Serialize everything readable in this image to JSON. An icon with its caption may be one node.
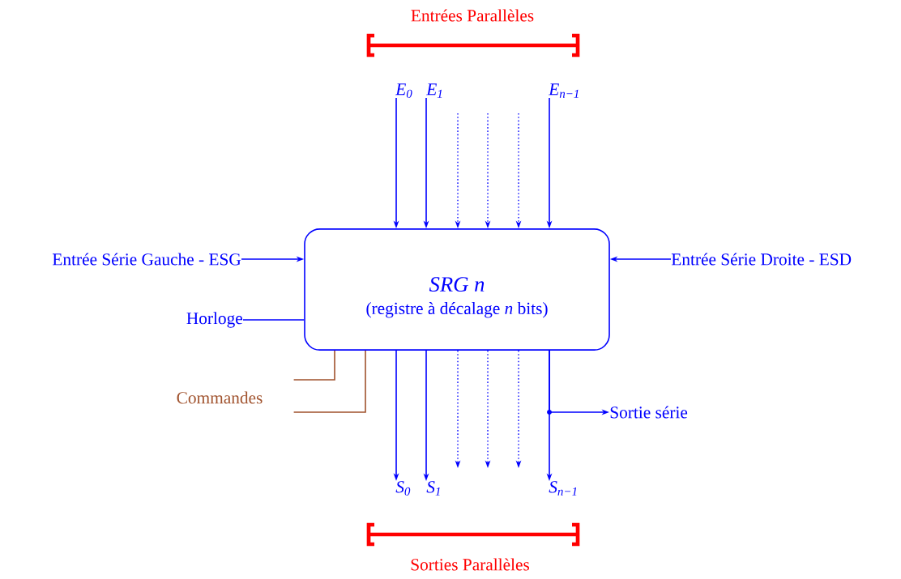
{
  "diagram": {
    "nodes": [
      {
        "text": [
          "SRG n",
          "(registre à décalage *n* bits)"
        ]
      },
      {
        "text": [
          "E$_{0}$"
        ]
      },
      {
        "text": [
          "E$_{1}$"
        ]
      },
      {
        "text": [
          "E$_{n−1}$"
        ]
      },
      {
        "text": [
          "Entrée Série Gauche - ESG"
        ]
      },
      {
        "text": [
          "Horloge"
        ]
      },
      {
        "text": [
          "Entrée Série Droite - ESD"
        ]
      },
      {
        "text": [
          "Commandes"
        ]
      },
      {
        "text": [
          "Sortie série"
        ]
      },
      {
        "text": [
          "S$_{0}$"
        ]
      },
      {
        "text": [
          "S$_{1}$"
        ]
      },
      {
        "text": [
          "S$_{n−1}$"
        ]
      }
    ],
    "edges": [
      {
        "from": 1,
        "to": 0,
        "arrow": "to"
      },
      {
        "from": 2,
        "to": 0,
        "arrow": "to"
      },
      {
        "from": null,
        "to": 0,
        "arrow": "to",
        "style": "dashed"
      },
      {
        "from": null,
        "to": 0,
        "arrow": "to",
        "style": "dashed"
      },
      {
        "from": null,
        "to": 0,
        "arrow": "to",
        "style": "dashed"
      },
      {
        "from": 3,
        "to": 0,
        "arrow": "to"
      },
      {
        "from": 4,
        "to": 0,
        "arrow": "to"
      },
      {
        "from": 5,
        "to": 0,
        "arrow": "none"
      },
      {
        "from": 6,
        "to": 0,
        "arrow": "to"
      },
      {
        "from": 0,
        "to": 7,
        "arrow": "none",
        "color": "#a0522d"
      },
      {
        "from": 0,
        "to": 7,
        "arrow": "none",
        "color": "#a0522d"
      },
      {
        "from": 0,
        "to": 9,
        "arrow": "to"
      },
      {
        "from": 0,
        "to": 10,
        "arrow": "to"
      },
      {
        "from": 0,
        "to": null,
        "arrow": "to",
        "style": "dashed"
      },
      {
        "from": 0,
        "to": null,
        "arrow": "to",
        "style": "dashed"
      },
      {
        "from": 0,
        "to": null,
        "arrow": "to",
        "style": "dashed"
      },
      {
        "from": 0,
        "to": 11,
        "arrow": "to"
      },
      {
        "from": 0,
        "to": 8,
        "arrow": "to"
      }
    ],
    "labels": [
      "Entrées Parallèles",
      "Sorties Parallèles"
    ]
  }
}
